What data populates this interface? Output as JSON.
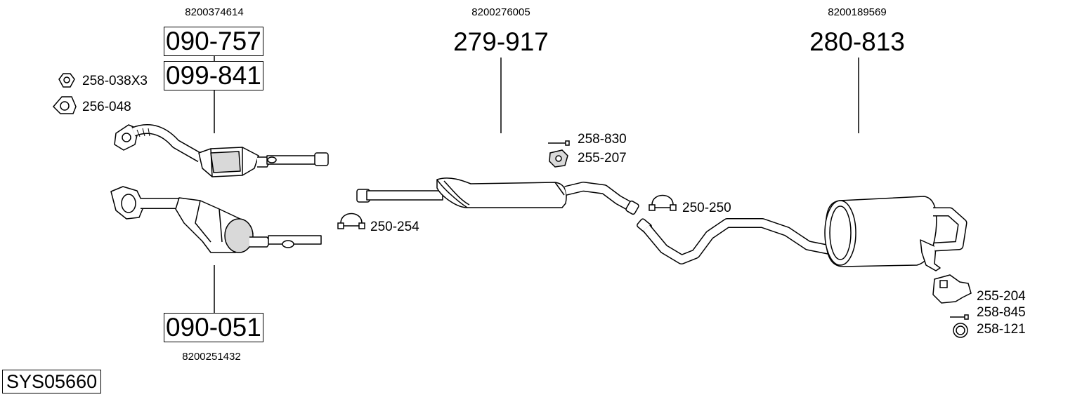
{
  "groups": [
    {
      "oem": "8200374614",
      "parts": [
        "090-757",
        "099-841"
      ]
    },
    {
      "oem": "8200276005",
      "parts": [
        "279-917"
      ]
    },
    {
      "oem": "8200189569",
      "parts": [
        "280-813"
      ]
    },
    {
      "oem": "8200251432",
      "parts": [
        "090-051"
      ]
    }
  ],
  "accessories": [
    {
      "code": "258-038X3",
      "icon": "nut-icon"
    },
    {
      "code": "256-048",
      "icon": "gasket-icon"
    },
    {
      "code": "250-254",
      "icon": "clamp-icon"
    },
    {
      "code": "258-830",
      "icon": "bolt-icon"
    },
    {
      "code": "255-207",
      "icon": "rubber-mount-icon"
    },
    {
      "code": "250-250",
      "icon": "clamp-icon"
    },
    {
      "code": "255-204",
      "icon": "bracket-icon"
    },
    {
      "code": "258-845",
      "icon": "bolt-icon"
    },
    {
      "code": "258-121",
      "icon": "ring-icon"
    }
  ],
  "system_id": "SYS05660",
  "colors": {
    "line": "#000000",
    "part_fill": "#ffffff",
    "shade": "#d9d9d9"
  }
}
